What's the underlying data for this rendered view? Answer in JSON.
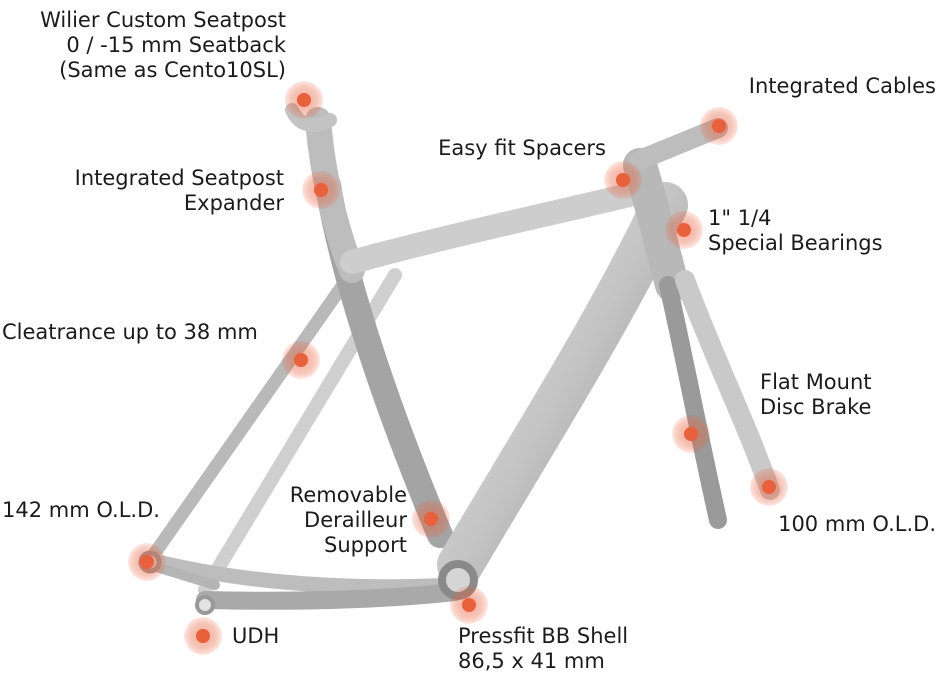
{
  "accent_color": "#e8603c",
  "frame_color": "#c7c7c7",
  "labels": {
    "seatpost": [
      "Wilier Custom Seatpost",
      "0 / -15 mm Seatback",
      "(Same as Cento10SL)"
    ],
    "expander": [
      "Integrated Seatpost",
      "Expander"
    ],
    "clearance": [
      "Cleatrance up to 38 mm"
    ],
    "rear_old": [
      "142 mm O.L.D."
    ],
    "udh": [
      "UDH"
    ],
    "derailleur": [
      "Removable",
      "Derailleur",
      "Support"
    ],
    "bb": [
      "Pressfit BB Shell",
      "86,5 x 41 mm"
    ],
    "spacers": [
      "Easy fit Spacers"
    ],
    "cables": [
      "Integrated Cables"
    ],
    "bearings": [
      "1\" 1/4",
      "Special Bearings"
    ],
    "brake": [
      "Flat Mount",
      "Disc Brake"
    ],
    "front_old": [
      "100 mm O.L.D."
    ]
  }
}
